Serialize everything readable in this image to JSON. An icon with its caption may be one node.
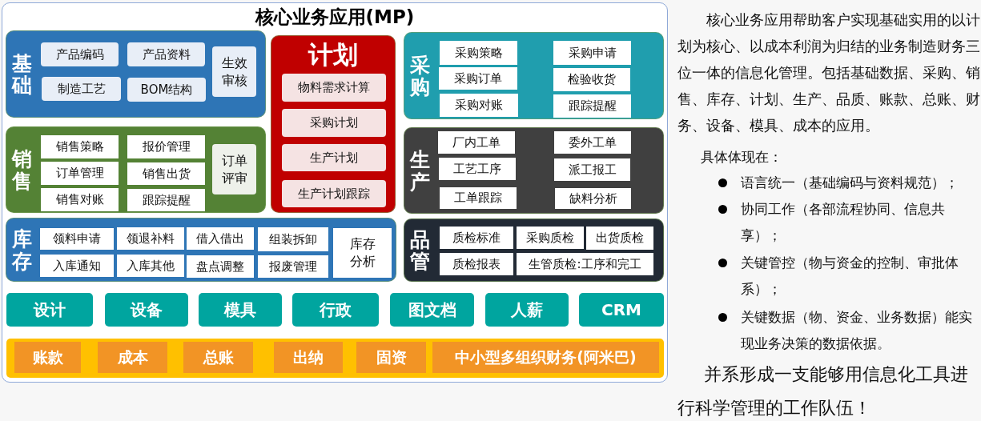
{
  "diagram": {
    "nodes": [
      {
        "text": [
          "核心业务应用(MP)"
        ]
      },
      {
        "text": [
          "基础"
        ],
        "in": 0
      },
      {
        "text": [
          "产品编码"
        ],
        "in": 1
      },
      {
        "text": [
          "产品资料"
        ],
        "in": 1
      },
      {
        "text": [
          "制造工艺"
        ],
        "in": 1
      },
      {
        "text": [
          "BOM结构"
        ],
        "in": 1
      },
      {
        "text": [
          "生效审核"
        ],
        "in": 1
      },
      {
        "text": [
          "计划"
        ],
        "in": 0
      },
      {
        "text": [
          "物料需求计算"
        ],
        "in": 7
      },
      {
        "text": [
          "采购计划"
        ],
        "in": 7
      },
      {
        "text": [
          "生产计划"
        ],
        "in": 7
      },
      {
        "text": [
          "生产计划跟踪"
        ],
        "in": 7
      },
      {
        "text": [
          "采购"
        ],
        "in": 0
      },
      {
        "text": [
          "采购策略"
        ],
        "in": 12
      },
      {
        "text": [
          "采购申请"
        ],
        "in": 12
      },
      {
        "text": [
          "采购订单"
        ],
        "in": 12
      },
      {
        "text": [
          "检验收货"
        ],
        "in": 12
      },
      {
        "text": [
          "采购对账"
        ],
        "in": 12
      },
      {
        "text": [
          "跟踪提醒"
        ],
        "in": 12
      },
      {
        "text": [
          "销售"
        ],
        "in": 0
      },
      {
        "text": [
          "销售策略"
        ],
        "in": 19
      },
      {
        "text": [
          "报价管理"
        ],
        "in": 19
      },
      {
        "text": [
          "订单管理"
        ],
        "in": 19
      },
      {
        "text": [
          "销售出货"
        ],
        "in": 19
      },
      {
        "text": [
          "销售对账"
        ],
        "in": 19
      },
      {
        "text": [
          "跟踪提醒"
        ],
        "in": 19
      },
      {
        "text": [
          "订单评审"
        ],
        "in": 19
      },
      {
        "text": [
          "生产"
        ],
        "in": 0
      },
      {
        "text": [
          "厂内工单"
        ],
        "in": 27
      },
      {
        "text": [
          "委外工单"
        ],
        "in": 27
      },
      {
        "text": [
          "工艺工序"
        ],
        "in": 27
      },
      {
        "text": [
          "派工报工"
        ],
        "in": 27
      },
      {
        "text": [
          "工单跟踪"
        ],
        "in": 27
      },
      {
        "text": [
          "缺料分析"
        ],
        "in": 27
      },
      {
        "text": [
          "库存"
        ],
        "in": 0
      },
      {
        "text": [
          "领料申请"
        ],
        "in": 34
      },
      {
        "text": [
          "领退补料"
        ],
        "in": 34
      },
      {
        "text": [
          "借入借出"
        ],
        "in": 34
      },
      {
        "text": [
          "组装拆卸"
        ],
        "in": 34
      },
      {
        "text": [
          "入库通知"
        ],
        "in": 34
      },
      {
        "text": [
          "入库其他"
        ],
        "in": 34
      },
      {
        "text": [
          "盘点调整"
        ],
        "in": 34
      },
      {
        "text": [
          "报废管理"
        ],
        "in": 34
      },
      {
        "text": [
          "库存分析"
        ],
        "in": 34
      },
      {
        "text": [
          "品管"
        ],
        "in": 0
      },
      {
        "text": [
          "质检标准"
        ],
        "in": 44
      },
      {
        "text": [
          "采购质检"
        ],
        "in": 44
      },
      {
        "text": [
          "出货质检"
        ],
        "in": 44
      },
      {
        "text": [
          "质检报表"
        ],
        "in": 44
      },
      {
        "text": [
          "生管质检:工序和完工"
        ],
        "in": 44
      },
      {
        "text": [
          "设计"
        ],
        "in": 0
      },
      {
        "text": [
          "设备"
        ],
        "in": 0
      },
      {
        "text": [
          "模具"
        ],
        "in": 0
      },
      {
        "text": [
          "行政"
        ],
        "in": 0
      },
      {
        "text": [
          "图文档"
        ],
        "in": 0
      },
      {
        "text": [
          "人薪"
        ],
        "in": 0
      },
      {
        "text": [
          "CRM"
        ],
        "in": 0
      },
      {
        "text": [],
        "shape": "bar",
        "in": 0
      },
      {
        "text": [
          "账款"
        ],
        "in": 57
      },
      {
        "text": [
          "成本"
        ],
        "in": 57
      },
      {
        "text": [
          "总账"
        ],
        "in": 57
      },
      {
        "text": [
          "出纳"
        ],
        "in": 57
      },
      {
        "text": [
          "固资"
        ],
        "in": 57
      },
      {
        "text": [
          "中小型多组织财务(阿米巴)"
        ],
        "in": 57
      }
    ],
    "labels": [
      "核心业务应用帮助客户实现基础实用的以计划为核心、以成本利润为归结的业务制造财务三位一体的信息化管理。包括基础数据、采购、销售、库存、计划、生产、品质、账款、总账、财务、设备、模具、成本的应用。",
      "具体体现在：",
      "语言统一（基础编码与资料规范）；",
      "协同工作（各部流程协同、信息共享）；",
      "关键管控（物与资金的控制、审批体系）；",
      "关键数据（物、资金、业务数据）能实现业务决策的数据依据。",
      "并系形成一支能够用信息化工具进行科学管理的工作队伍！"
    ]
  }
}
